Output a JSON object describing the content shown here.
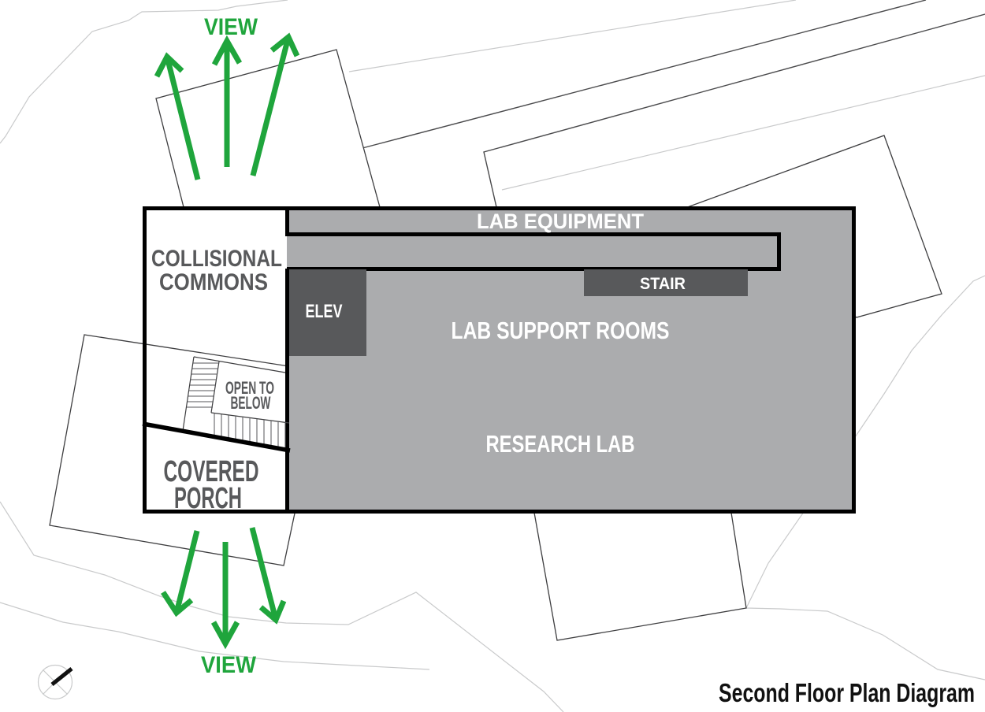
{
  "colors": {
    "green": "#1FA53C",
    "gray-fill": "#ABACAE",
    "dark-gray": "#58595B",
    "label-gray": "#58595B",
    "outline": "#3E3E40",
    "contour": "#C9CACB",
    "black": "#000000"
  },
  "view_arrows": {
    "top_label": "VIEW",
    "bottom_label": "VIEW"
  },
  "rooms": {
    "collisional_commons": [
      "COLLISIONAL",
      "COMMONS"
    ],
    "lab_equipment": "LAB EQUIPMENT",
    "elev": "ELEV",
    "stair": "STAIR",
    "lab_support_rooms": "LAB SUPPORT ROOMS",
    "open_to_below": [
      "OPEN TO",
      "BELOW"
    ],
    "research_lab": "RESEARCH LAB",
    "covered_porch": [
      "COVERED",
      "PORCH"
    ]
  },
  "caption": "Second Floor Plan Diagram"
}
